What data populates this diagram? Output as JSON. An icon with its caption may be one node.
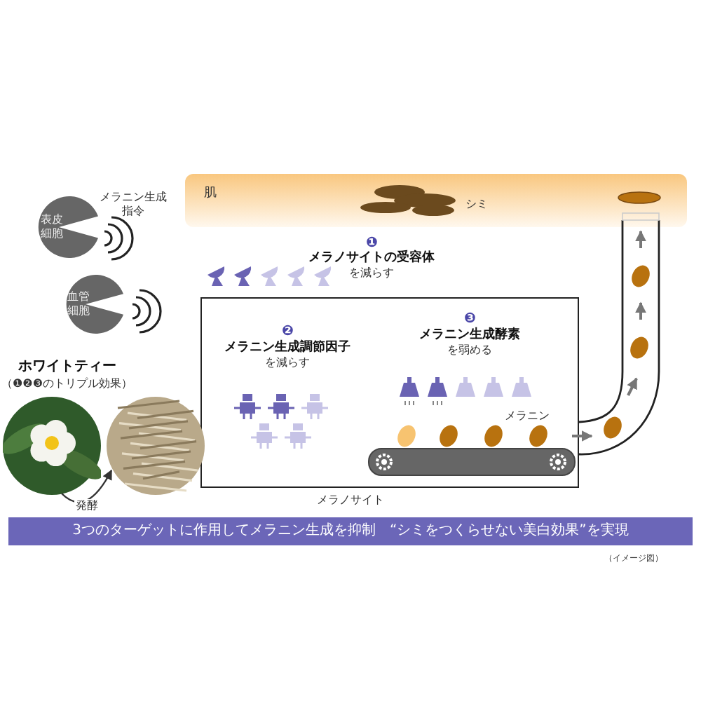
{
  "diagram": {
    "nodes": [
      {
        "text": [
          "表皮細胞"
        ]
      },
      {
        "text": [
          "血管細胞"
        ]
      },
      {
        "text": [
          "肌"
        ]
      },
      {
        "text": [],
        "shape": "box"
      },
      {
        "text": [],
        "shape": "picture"
      },
      {
        "text": [],
        "shape": "picture"
      },
      {
        "text": [
          "3つのターゲットに作用してメラニン生成を抑制　“シミをつくらせない美白効果”を実現"
        ]
      }
    ],
    "edges": [
      {
        "from": 4,
        "to": 5,
        "arrow": "to",
        "label": "発酵"
      }
    ],
    "labels": [
      "シミ",
      "メラニン生成指令",
      "❶",
      "**メラノサイトの受容体**を減らす",
      "❷",
      "**メラニン生成調節因子**を減らす",
      "❸",
      "**メラニン生成酵素**を弱める",
      "メラニン",
      "メラノサイト",
      "ホワイトティー",
      "（❶❷❸のトリプル効果）",
      "（イメージ図）"
    ]
  }
}
